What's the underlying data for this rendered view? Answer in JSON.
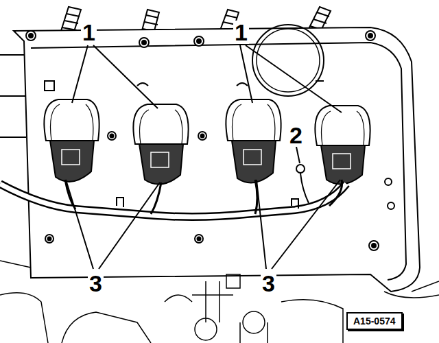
{
  "diagram": {
    "nodes": [
      {
        "text": [
          "A15-0574"
        ]
      }
    ],
    "labels": [
      "1",
      "1",
      "2",
      "3",
      "3"
    ]
  }
}
